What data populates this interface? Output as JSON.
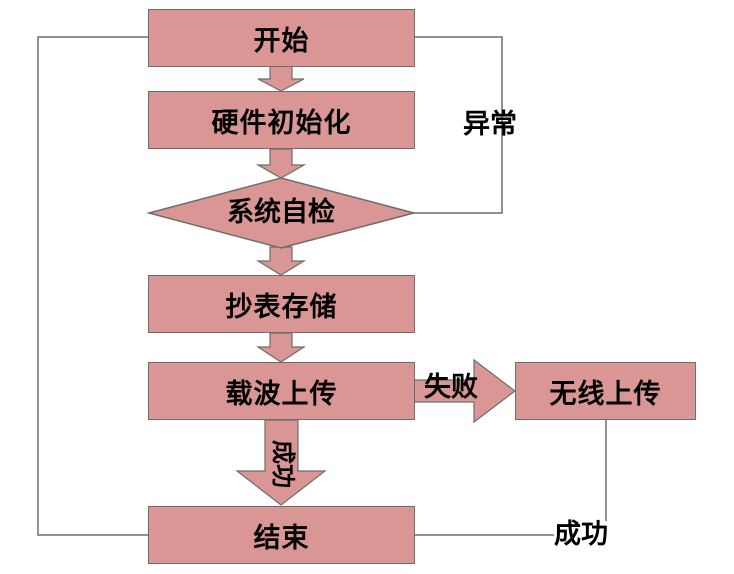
{
  "nodes": {
    "start": "开始",
    "hw_init": "硬件初始化",
    "self_check": "系统自检",
    "meter_read": "抄表存储",
    "carrier_upload": "载波上传",
    "wireless_upload": "无线上传",
    "end": "结束"
  },
  "edge_labels": {
    "abnormal": "异常",
    "failure": "失败",
    "success_carrier": "成功",
    "success_wireless": "成功"
  },
  "colors": {
    "box_fill": "#d99694",
    "box_border": "#6d6d6d",
    "line": "#6d6d6d"
  }
}
